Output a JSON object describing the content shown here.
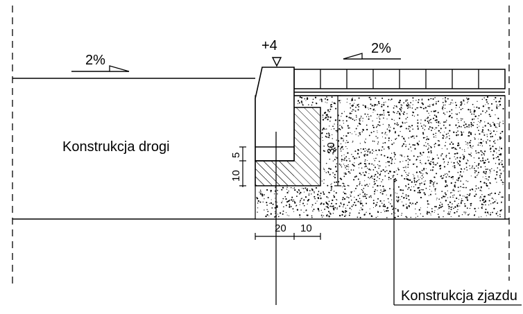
{
  "slope_left": "2%",
  "slope_right": "2%",
  "curb_height": "+4",
  "road_label": "Konstrukcja drogi",
  "driveway_label": "Konstrukcja zjazdu",
  "dims": {
    "foundation_height": "10",
    "bedding_height": "5",
    "curb_depth": "30",
    "curb_width": "20",
    "backing_width": "10"
  }
}
